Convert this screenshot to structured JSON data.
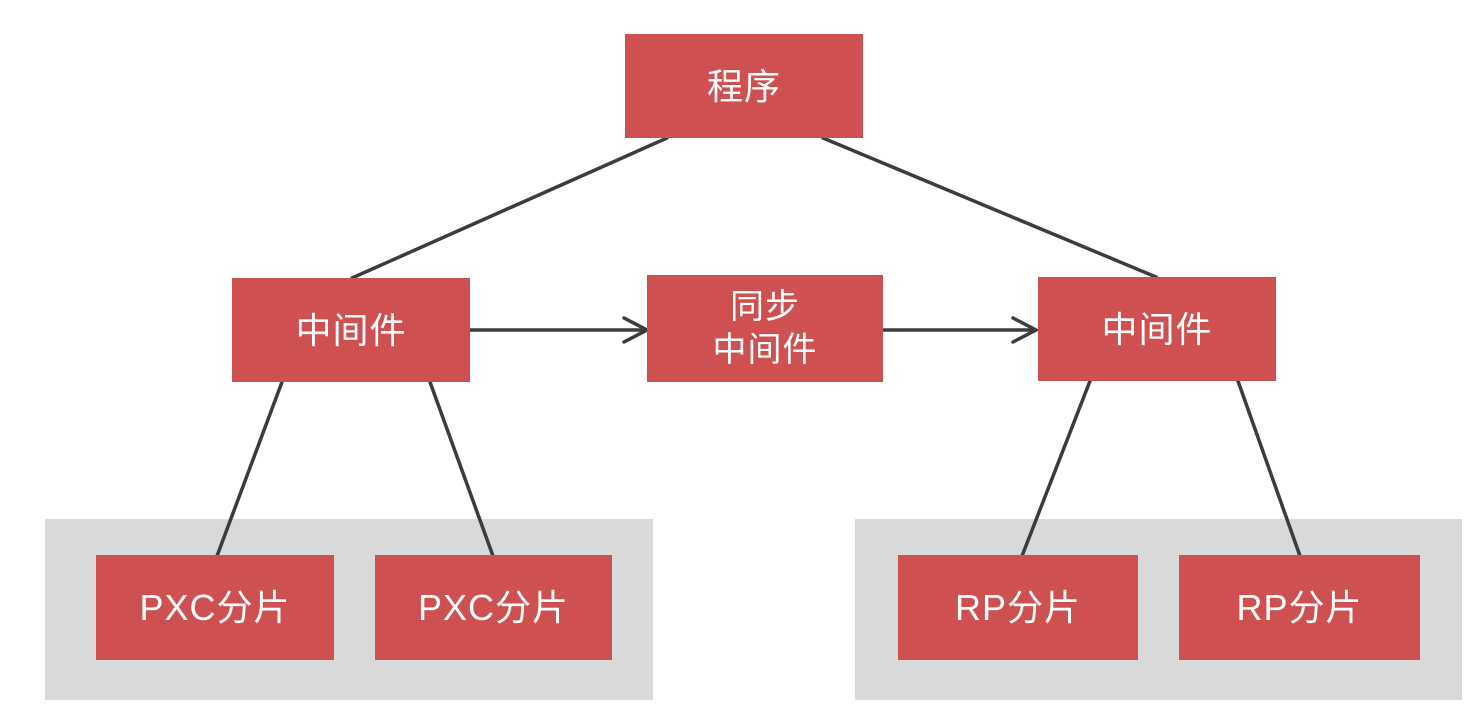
{
  "diagram": {
    "type": "architecture-diagram",
    "nodes": {
      "program": {
        "label": "程序"
      },
      "middleware_left": {
        "label": "中间件"
      },
      "sync_middleware": {
        "line1": "同步",
        "line2": "中间件"
      },
      "middleware_right": {
        "label": "中间件"
      },
      "pxc_shard_1": {
        "label": "PXC分片"
      },
      "pxc_shard_2": {
        "label": "PXC分片"
      },
      "rp_shard_1": {
        "label": "RP分片"
      },
      "rp_shard_2": {
        "label": "RP分片"
      }
    },
    "edges": [
      {
        "from": "program",
        "to": "middleware_left",
        "arrow": false
      },
      {
        "from": "program",
        "to": "middleware_right",
        "arrow": false
      },
      {
        "from": "middleware_left",
        "to": "sync_middleware",
        "arrow": true
      },
      {
        "from": "sync_middleware",
        "to": "middleware_right",
        "arrow": true
      },
      {
        "from": "middleware_left",
        "to": "pxc_shard_1",
        "arrow": false
      },
      {
        "from": "middleware_left",
        "to": "pxc_shard_2",
        "arrow": false
      },
      {
        "from": "middleware_right",
        "to": "rp_shard_1",
        "arrow": false
      },
      {
        "from": "middleware_right",
        "to": "rp_shard_2",
        "arrow": false
      }
    ],
    "colors": {
      "node_fill": "#cf5051",
      "node_text": "#ffffff",
      "group_fill": "#d9d9d9",
      "connector": "#3c3c3c",
      "background": "#ffffff"
    }
  }
}
